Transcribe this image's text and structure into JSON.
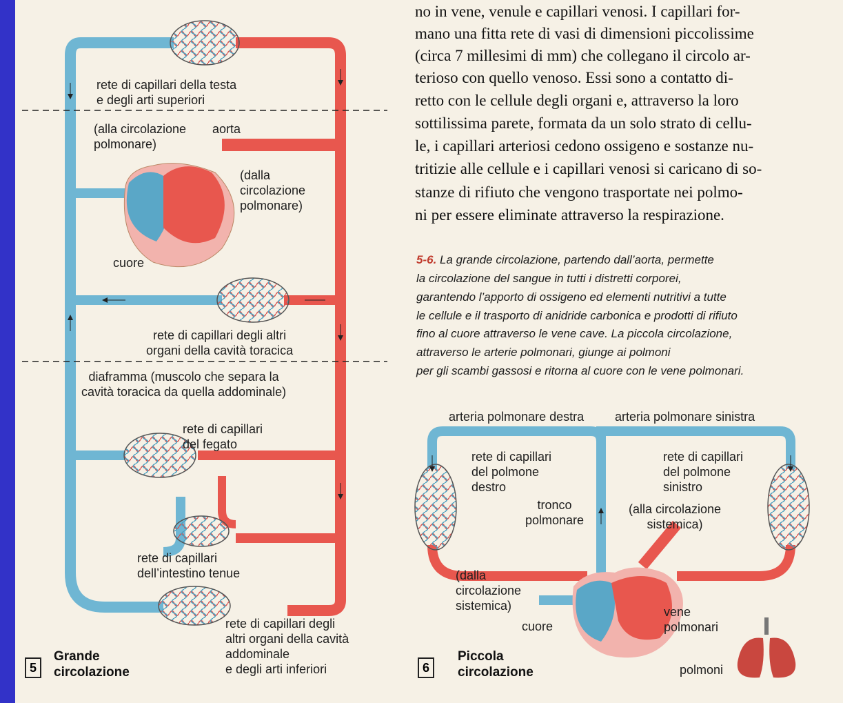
{
  "decor": {
    "bleed": ""
  },
  "body": [
    "no in vene, venule e capillari venosi. I capillari for-",
    "mano una fitta rete di vasi di dimensioni piccolissime",
    "(circa 7 millesimi di mm) che collegano il circolo ar-",
    "terioso con quello venoso. Essi sono a contatto di-",
    "retto con le cellule degli organi e, attraverso la loro",
    "sottilissima parete, formata da un solo strato di cellu-",
    "le, i capillari arteriosi cedono ossigeno e sostanze nu-",
    "tritizie alle cellule e i capillari venosi si caricano di so-",
    "stanze di rifiuto che vengono trasportate nei polmo-",
    "ni per essere eliminate attraverso la respirazione."
  ],
  "caption": {
    "number": "5-6.",
    "lines": [
      "La grande circolazione, partendo dall’aorta, permette",
      "la circolazione del sangue in tutti i distretti corporei,",
      "garantendo l’apporto di ossigeno ed elementi nutritivi a tutte",
      "le cellule e il trasporto di anidride carbonica e prodotti di rifiuto",
      "fino al cuore attraverso le vene cave. La piccola circolazione,",
      "attraverso le arterie polmonari, giunge ai polmoni",
      "per gli scambi gassosi e ritorna al cuore con le vene polmonari."
    ]
  },
  "fig5": {
    "number": "5",
    "title_line1": "Grande",
    "title_line2": "circolazione",
    "labels": {
      "head_line1": "rete di capillari della testa",
      "head_line2": "e degli arti superiori",
      "to_pulm_line1": "(alla circolazione",
      "to_pulm_line2": "polmonare)",
      "aorta": "aorta",
      "from_pulm_line1": "(dalla",
      "from_pulm_line2": "circolazione",
      "from_pulm_line3": "polmonare)",
      "heart": "cuore",
      "thoracic_line1": "rete di capillari degli altri",
      "thoracic_line2": "organi della cavità toracica",
      "diaphragm_line1": "diaframma (muscolo che separa la",
      "diaphragm_line2": "cavità toracica da quella addominale)",
      "liver_line1": "rete di capillari",
      "liver_line2": "del fegato",
      "intestine_line1": "rete di capillari",
      "intestine_line2": "dell’intestino tenue",
      "abdominal_line1": "rete di capillari degli",
      "abdominal_line2": "altri organi della cavità",
      "abdominal_line3": "addominale",
      "abdominal_line4": "e degli arti inferiori"
    }
  },
  "fig6": {
    "number": "6",
    "title_line1": "Piccola",
    "title_line2": "circolazione",
    "labels": {
      "right_artery": "arteria polmonare destra",
      "left_artery": "arteria polmonare sinistra",
      "right_lung_line1": "rete di capillari",
      "right_lung_line2": "del polmone",
      "right_lung_line3": "destro",
      "left_lung_line1": "rete di capillari",
      "left_lung_line2": "del polmone",
      "left_lung_line3": "sinistro",
      "trunk_line1": "tronco",
      "trunk_line2": "polmonare",
      "to_systemic_line1": "(alla circolazione",
      "to_systemic_line2": "sistemica)",
      "from_systemic_line1": "(dalla",
      "from_systemic_line2": "circolazione",
      "from_systemic_line3": "sistemica)",
      "heart": "cuore",
      "veins_line1": "vene",
      "veins_line2": "polmonari",
      "lungs": "polmoni"
    }
  },
  "colors": {
    "frame": "#3232c8",
    "paper": "#f6f1e6",
    "artery": "#e8574e",
    "vein": "#6fb6d3",
    "caption_number": "#c0392b"
  }
}
